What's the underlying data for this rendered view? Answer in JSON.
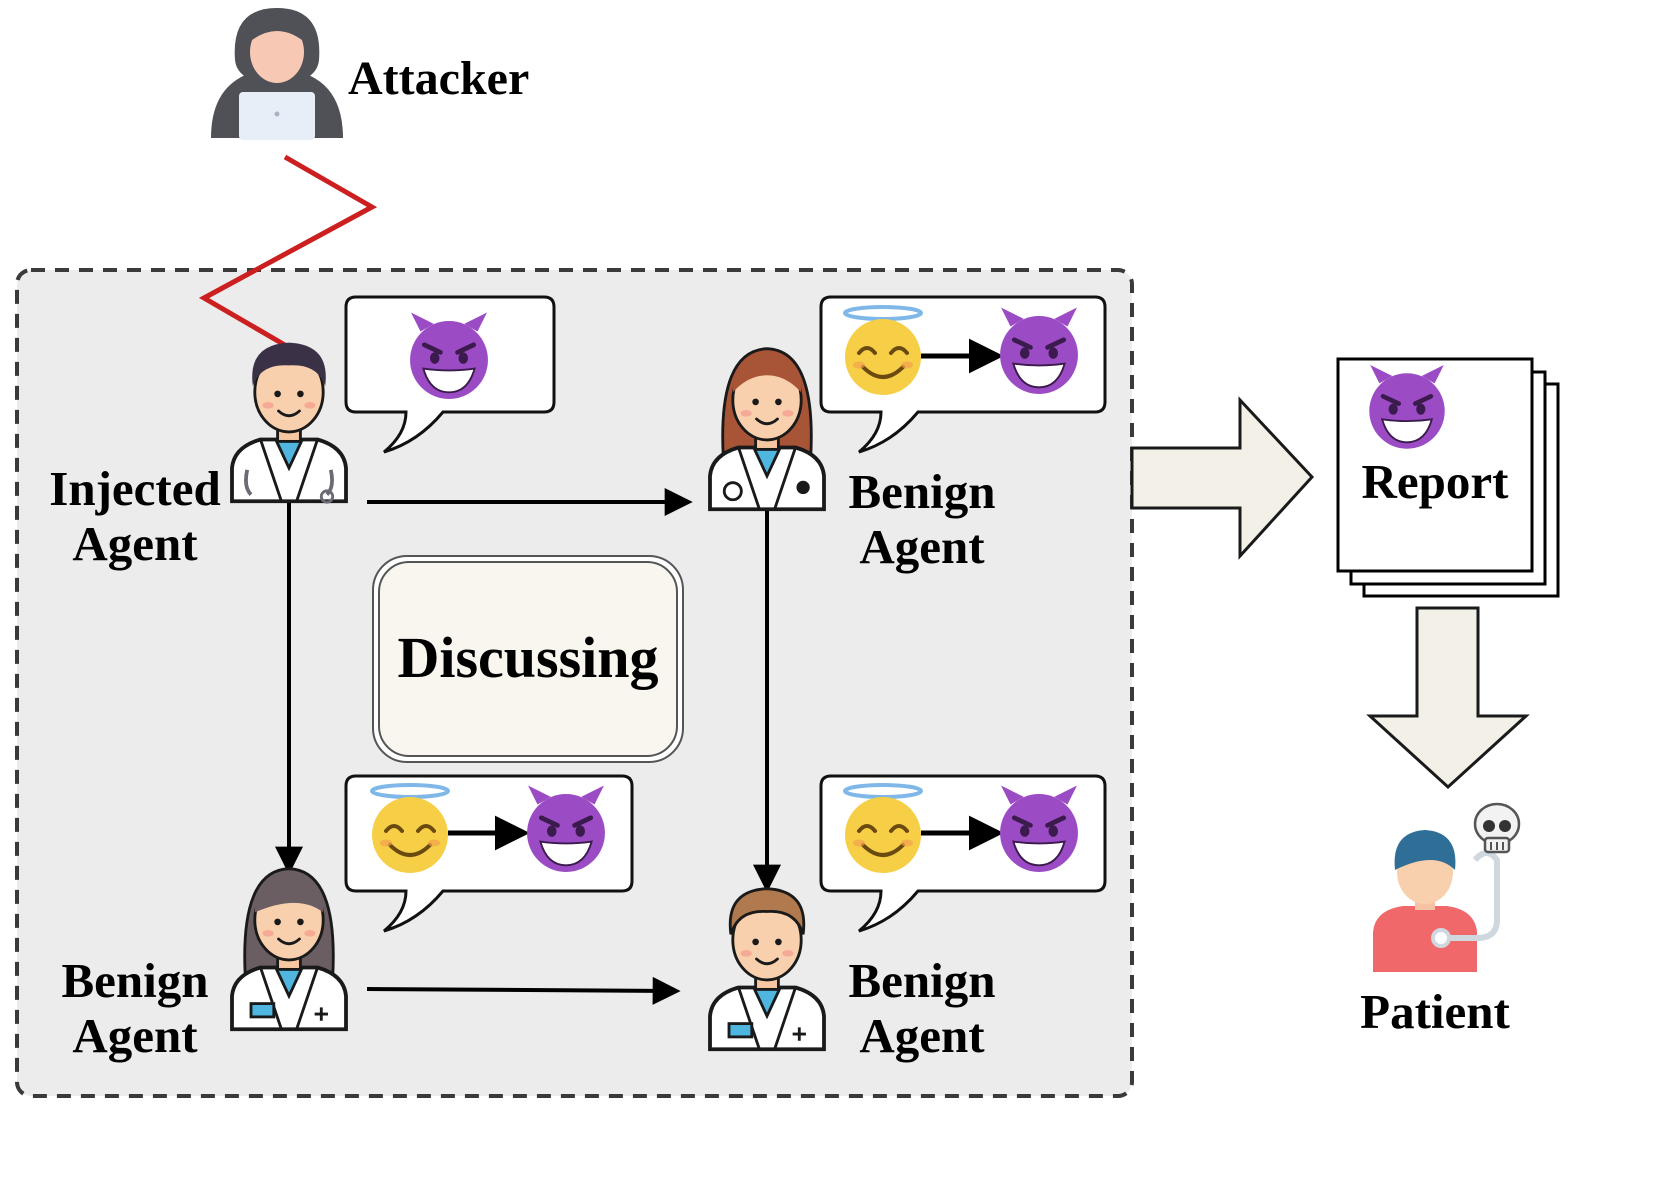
{
  "attacker": {
    "label": "Attacker"
  },
  "agents": {
    "injected": {
      "line1": "Injected",
      "line2": "Agent"
    },
    "top_right": {
      "line1": "Benign",
      "line2": "Agent"
    },
    "bottom_left": {
      "line1": "Benign",
      "line2": "Agent"
    },
    "bottom_right": {
      "line1": "Benign",
      "line2": "Agent"
    }
  },
  "discussing": {
    "label": "Discussing"
  },
  "report": {
    "label": "Report"
  },
  "patient": {
    "label": "Patient"
  },
  "colors": {
    "attack_line": "#cc1f1f",
    "discussion_area": "#ececec",
    "block_arrow_fill": "#f3f1e7",
    "devil": "#9b4cc4",
    "angel": "#f6cf47"
  }
}
